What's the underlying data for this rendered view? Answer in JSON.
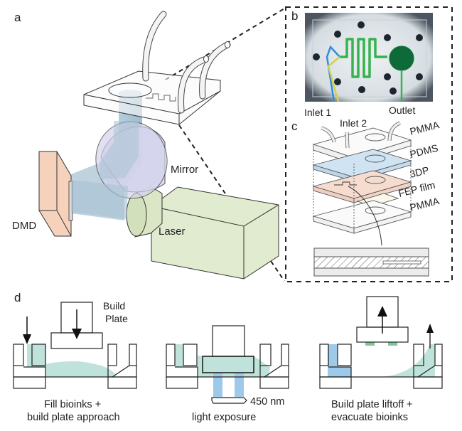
{
  "panels": {
    "a": {
      "letter": "a",
      "labels": {
        "mirror": "Mirror",
        "dmd": "DMD",
        "laser": "Laser"
      }
    },
    "b": {
      "letter": "b"
    },
    "c": {
      "letter": "c",
      "ports": {
        "inlet1": "Inlet 1",
        "inlet2": "Inlet 2",
        "outlet": "Outlet"
      },
      "layers": [
        "PMMA",
        "PDMS",
        "3DP",
        "FEP film",
        "PMMA"
      ]
    },
    "d": {
      "letter": "d",
      "build_plate_label_line1": "Build",
      "build_plate_label_line2": "Plate",
      "wavelength": "450 nm",
      "steps": [
        {
          "line1": "Fill bioinks  +",
          "line2": "build plate approach"
        },
        {
          "line1": "light exposure",
          "line2": ""
        },
        {
          "line1": "Build plate liftoff +",
          "line2": "evacuate bioinks"
        }
      ]
    }
  },
  "colors": {
    "bioink": "#bfe3da",
    "light_beam": "#9ec9e8",
    "beam_path": "#a9c3d4",
    "mirror": "#d8d8ee",
    "dmd": "#f6d2bd",
    "laser": "#e1ebcf",
    "pdms_layer": "#cfe3f2",
    "tdp_layer": "#f5dccf",
    "printed_construct": "#7fc79a",
    "channel_green": "#2fb34a",
    "chip_photo_bg": "#dfe4e8"
  }
}
